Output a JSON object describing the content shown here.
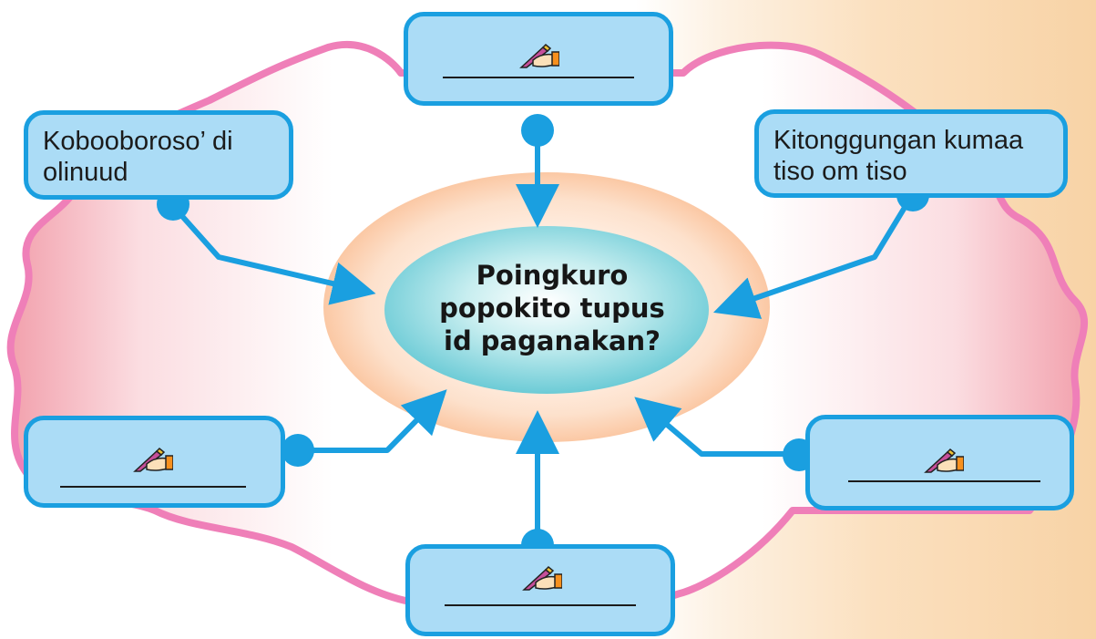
{
  "center": {
    "question_lines": [
      "Poingkuro",
      "popokito tupus",
      "id paganakan?"
    ]
  },
  "nodes": {
    "top": {
      "text": "",
      "has_pen": true
    },
    "top_left": {
      "line1": "Kobooboroso’ di",
      "line2": "olinuud"
    },
    "top_right": {
      "line1": "Kitonggungan kumaa",
      "line2": "tiso om tiso"
    },
    "bottom_left": {
      "text": "",
      "has_pen": true
    },
    "bottom_right": {
      "text": "",
      "has_pen": true
    },
    "bottom": {
      "text": "",
      "has_pen": true
    }
  },
  "icons": {
    "pen": "writing-hand-icon"
  },
  "colors": {
    "node_fill": "#abdcf6",
    "node_border": "#1a9fe0",
    "connector": "#1a9fe0",
    "cloud_border": "#ef7fb8",
    "center_inner": "#7dd3dd",
    "center_outer": "#fbcba8"
  }
}
